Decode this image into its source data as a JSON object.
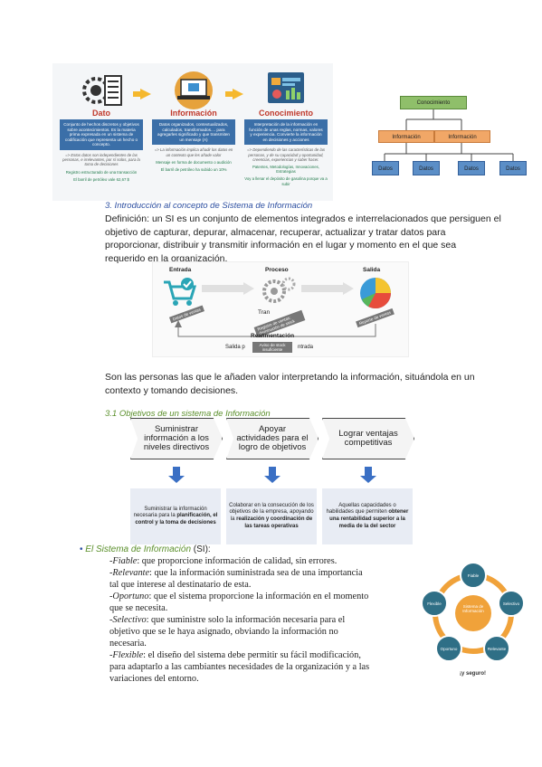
{
  "infographic": {
    "columns": [
      {
        "title": "Dato",
        "body": "Conjunto de hechos discretos y objetivos sobre acontecimientos. Es la materia prima expresada en un sistema de codificación que representa un hecho o concepto.",
        "note": "=> Estos datos son independientes de las personas, e irrelevantes, por sí solos, para la toma de decisiones",
        "source": "Registro estructurado de una transacción",
        "example": "El barril de petróleo vale 62,67 $"
      },
      {
        "title": "Información",
        "body": "Datos organizados, contextualizados, calculados, transformados.... para agregarles significado y que transmiten un mensaje (A)",
        "note": "=> La información implica añadir los datos en un contexto que les añade valor",
        "source": "Mensaje en forma de documento o audición",
        "example": "El barril de petróleo ha subido un 10%"
      },
      {
        "title": "Conocimiento",
        "body": "Interpretación de la información en función de unas reglas, normas, valores y experiencia. Convierte la información en decisiones y acciones",
        "note": "=> Dependiendo de las características de las personas, y de su capacidad y oportunidad, creencias, experiencias y saber hacer.",
        "source": "Patentes, Metodologías, Innovaciones, Estrategias",
        "example": "Voy a llenar el depósito de gasolina porque va a subir"
      }
    ]
  },
  "hierarchy": {
    "top": "Conocimiento",
    "middle": [
      "Información",
      "Información"
    ],
    "bottom": [
      "Datos",
      "Datos",
      "Datos",
      "Datos"
    ],
    "colors": {
      "top": "#8fbf6a",
      "middle": "#f1a767",
      "bottom": "#5b8ec7"
    }
  },
  "section3": {
    "heading": "3. Introducción al concepto de Sistema de Información",
    "definition_lines": [
      "Definición: un SI es un conjunto de elementos integrados e interrelacionados que persiguen el",
      "objetivo de capturar, depurar, almacenar, recuperar, actualizar y tratar datos para",
      "proporcionar, distribuir y transmitir información en el lugar y momento en el que sea",
      "requerido en la organización."
    ]
  },
  "process": {
    "entrada": "Entrada",
    "proceso": "Proceso",
    "salida": "Salida",
    "realimentacion": "Realimentación",
    "bottom_text_left": "Salida p",
    "bottom_text_right": "ntrada",
    "tag_entrada": "Datos de ventas",
    "tag_proceso": "Registro de ventas; disminución de stock",
    "tag_salida": "Reporte de ventas",
    "tag_aviso": "Aviso de stock insuficiente",
    "partial_label": "Tran"
  },
  "persons": {
    "lines": [
      "Son las personas las que le añaden valor interpretando la información, situándola en un",
      "contexto y tomando decisiones."
    ]
  },
  "section31": {
    "heading": "3.1 Objetivos de un sistema de Información"
  },
  "objectives": [
    {
      "head": "Suministrar información a los niveles directivos",
      "body_plain": "Suministrar la información necesaria para la ",
      "body_bold": "planificación, el control y la toma de decisiones"
    },
    {
      "head": "Apoyar actividades para el logro de objetivos",
      "body_plain": "Colaborar en la consecución de los objetivos de la empresa, apoyando la ",
      "body_bold": "realización y coordinación de las tareas operativas"
    },
    {
      "head": "Lograr ventajas competitivas",
      "body_plain": "Aquellas capacidades o habilidades que permiten ",
      "body_bold": "obtener una rentabilidad superior a la media de la del sector"
    }
  ],
  "si": {
    "bullet": "•",
    "title": "El Sistema de Información",
    "acronym": "(SI):",
    "lines": [
      {
        "term": "-Fiable",
        "text": ": que proporcione información de calidad, sin errores."
      },
      {
        "term": "-Relevante",
        "text": ": que la información suministrada sea de una importancia"
      },
      {
        "term": "",
        "text": "tal que interese al destinatario de esta."
      },
      {
        "term": "-Oportuno",
        "text": ": que el sistema proporcione la información en el momento"
      },
      {
        "term": "",
        "text": "que se necesita."
      },
      {
        "term": "-Selectivo",
        "text": ": que suministre solo la información necesaria para el"
      },
      {
        "term": "",
        "text": "objetivo que se le haya asignado, obviando la información no"
      },
      {
        "term": "",
        "text": "necesaria."
      },
      {
        "term": "-Flexible",
        "text": ": el diseño del sistema debe permitir su fácil modificación,"
      },
      {
        "term": "",
        "text": "para adaptarlo a las cambiantes necesidades de la organización y a las"
      },
      {
        "term": "",
        "text": "variaciones del entorno."
      }
    ]
  },
  "circle": {
    "center": "Sistema de Información",
    "nodes": [
      "Fiable",
      "Selectivo",
      "Relevante",
      "Oportuno",
      "Flexible"
    ],
    "caption": "¡y seguro!"
  }
}
